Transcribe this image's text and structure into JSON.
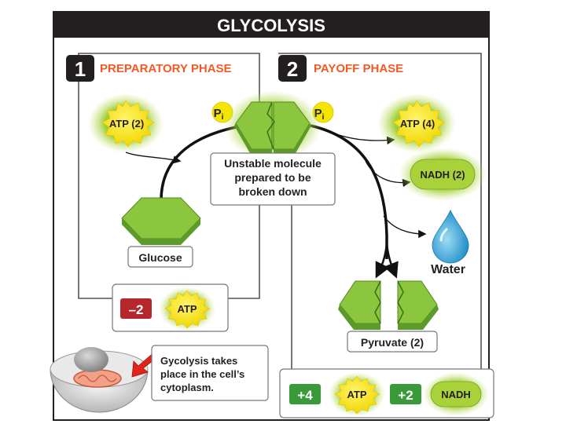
{
  "title": "GLYCOLYSIS",
  "preparatory_phase": {
    "number": "1",
    "label": "PREPARATORY PHASE"
  },
  "payoff_phase": {
    "number": "2",
    "label": "PAYOFF PHASE"
  },
  "inputs": {
    "atp": "ATP (2)",
    "pi_left": "P",
    "pi_right": "P",
    "pi_subscript": "i"
  },
  "glucose_label": "Glucose",
  "unstable_label": [
    "Unstable molecule",
    "prepared to be",
    "broken down"
  ],
  "outputs": {
    "atp": "ATP (4)",
    "nadh": "NADH (2)",
    "water": "Water"
  },
  "pyruvate_label": "Pyruvate (2)",
  "prep_net": {
    "value": "–2",
    "molecule": "ATP"
  },
  "cell_note": [
    "Gycolysis takes",
    "place in the cell’s",
    "cytoplasm."
  ],
  "net_yield": [
    {
      "value": "+4",
      "molecule": "ATP"
    },
    {
      "value": "+2",
      "molecule": "NADH"
    }
  ],
  "colors": {
    "title_bar": "#231f20",
    "phase_orange": "#f15a24",
    "atp_yellow": "#f5e600",
    "glow_green": "#b3d236",
    "hex_green": "#8cc63f",
    "hex_dark": "#4e8a1e",
    "net_red": "#b5272d",
    "net_green": "#3a9a3a",
    "water_blue": "#3fa9d8"
  }
}
